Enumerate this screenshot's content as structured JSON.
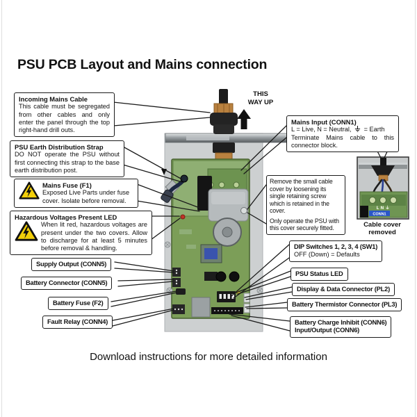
{
  "page": {
    "title": "PSU PCB Layout and Mains connection",
    "footer": "Download instructions for more detailed information"
  },
  "diagram": {
    "this_way_up": "THIS\nWAY UP",
    "cable_cover_caption": "Cable cover removed",
    "pcb_text": {
      "conn1": "CONN1",
      "terminals": "L N ⏚"
    },
    "colors": {
      "pcb_green": "#7c9e58",
      "panel_gray": "#cdd0d1",
      "brass": "#b9813f",
      "warning_yellow": "#f2cf0a",
      "conn1_label_blue": "#2b57c7",
      "hazard_led_red": "#c03428",
      "status_led_yellow": "#d9c33b"
    }
  },
  "callouts": {
    "incoming_mains": {
      "title": "Incoming Mains Cable",
      "body": "This cable must be segregated from other cables and only enter the panel through the top right-hand drill outs."
    },
    "earth_strap": {
      "title": "PSU Earth Distribution Strap",
      "body": "DO NOT operate the PSU without first connecting this strap to the base earth distribution post."
    },
    "mains_fuse": {
      "title": "Mains Fuse (F1)",
      "body": "Exposed Live Parts under fuse cover. Isolate before removal."
    },
    "hazardous_led": {
      "title": "Hazardous Voltages Present LED",
      "body": "When lit red, hazardous voltages are present under the two covers. Allow to discharge for at least 5 minutes before removal & handling."
    },
    "supply_output": {
      "title": "Supply Output (CONN5)"
    },
    "battery_connector": {
      "title": "Battery Connector (CONN5)"
    },
    "battery_fuse": {
      "title": "Battery Fuse (F2)"
    },
    "fault_relay": {
      "title": "Fault Relay (CONN4)"
    },
    "mains_input": {
      "title": "Mains Input (CONN1)",
      "line1_prefix": "L = Live, N = Neutral,",
      "line1_suffix": "= Earth",
      "line2": "Terminate Mains cable to this connector block."
    },
    "cable_cover": {
      "body1": "Remove the small cable cover by loosening its single retaining screw which is retained in the cover.",
      "body2": "Only operate the PSU with this cover securely fitted."
    },
    "dip_switches": {
      "title": "DIP Switches 1, 2, 3, 4 (SW1)",
      "body": "OFF (Down) = Defaults"
    },
    "psu_status_led": {
      "title": "PSU Status LED"
    },
    "display_data": {
      "title": "Display & Data Connector (PL2)"
    },
    "battery_thermistor": {
      "title": "Battery Thermistor Connector (PL3)"
    },
    "battery_charge_inhibit": {
      "title": "Battery Charge Inhibit (CONN6)",
      "title2": "Input/Output (CONN6)"
    }
  }
}
